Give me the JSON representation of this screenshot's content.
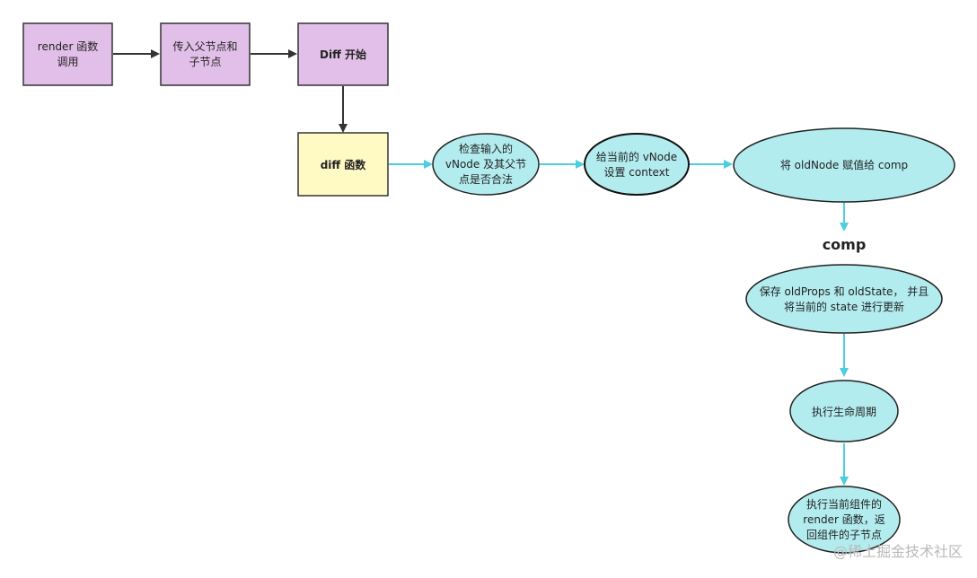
{
  "colors": {
    "purple_box": "#e2bfe8",
    "yellow_box": "#fff9c4",
    "cyan_node": "#b3ecef",
    "black_arrow": "#333333",
    "cyan_arrow": "#4ccde0",
    "watermark": "#b9b9b9"
  },
  "nodes": {
    "render_call": [
      "render 函数",
      "调用"
    ],
    "pass_parent_child": [
      "传入父节点和",
      "子节点"
    ],
    "diff_start": [
      "Diff 开始"
    ],
    "diff_function": [
      "diff 函数"
    ],
    "check_vnode": [
      "检查输入的",
      "vNode 及其父节",
      "点是否合法"
    ],
    "set_context": [
      "给当前的 vNode",
      "设置 context"
    ],
    "assign_oldnode": [
      "将 oldNode 赋值给 comp"
    ],
    "comp_label": "comp",
    "save_props_state": [
      "保存 oldProps 和 oldState，  并且",
      "将当前的 state 进行更新"
    ],
    "run_lifecycle": [
      "执行生命周期"
    ],
    "run_render": [
      "执行当前组件的",
      "render 函数，返",
      "回组件的子节点"
    ]
  },
  "watermark": "@稀土掘金技术社区"
}
